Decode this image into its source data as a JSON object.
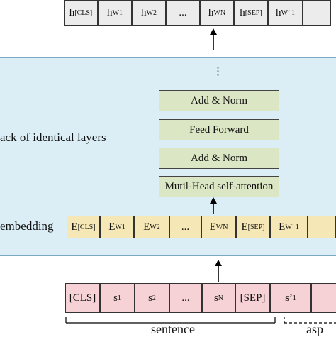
{
  "top_tokens": [
    {
      "main": "h",
      "sub": "[CLS]"
    },
    {
      "main": "h",
      "sub": "W1"
    },
    {
      "main": "h",
      "sub": "W2"
    },
    {
      "main": "...",
      "sub": ""
    },
    {
      "main": "h",
      "sub": "WN"
    },
    {
      "main": "h",
      "sub": "[SEP]"
    },
    {
      "main": "h",
      "sub": "W’ 1"
    },
    {
      "main": "",
      "sub": ""
    }
  ],
  "stack": {
    "label": "ack of identical layers",
    "dots": "⋮",
    "layers": [
      "Add & Norm",
      "Feed Forward",
      "Add & Norm",
      "Mutil-Head self-attention"
    ]
  },
  "embedding": {
    "label": "embedding",
    "tokens": [
      {
        "main": "E",
        "sub": "[CLS]"
      },
      {
        "main": "E",
        "sub": "W1"
      },
      {
        "main": "E",
        "sub": "W2"
      },
      {
        "main": "...",
        "sub": ""
      },
      {
        "main": "E",
        "sub": "WN"
      },
      {
        "main": "E",
        "sub": "[SEP]"
      },
      {
        "main": "E",
        "sub": "W’ 1"
      },
      {
        "main": "",
        "sub": ""
      }
    ]
  },
  "input_tokens": [
    {
      "main": "[CLS]",
      "sub": ""
    },
    {
      "main": "s",
      "sub": "1"
    },
    {
      "main": "s",
      "sub": "2"
    },
    {
      "main": "...",
      "sub": ""
    },
    {
      "main": "s",
      "sub": "N"
    },
    {
      "main": "[SEP]",
      "sub": ""
    },
    {
      "main": "s’",
      "sub": "1"
    },
    {
      "main": "",
      "sub": ""
    }
  ],
  "sentence_label": "sentence",
  "aspect_label": "asp"
}
